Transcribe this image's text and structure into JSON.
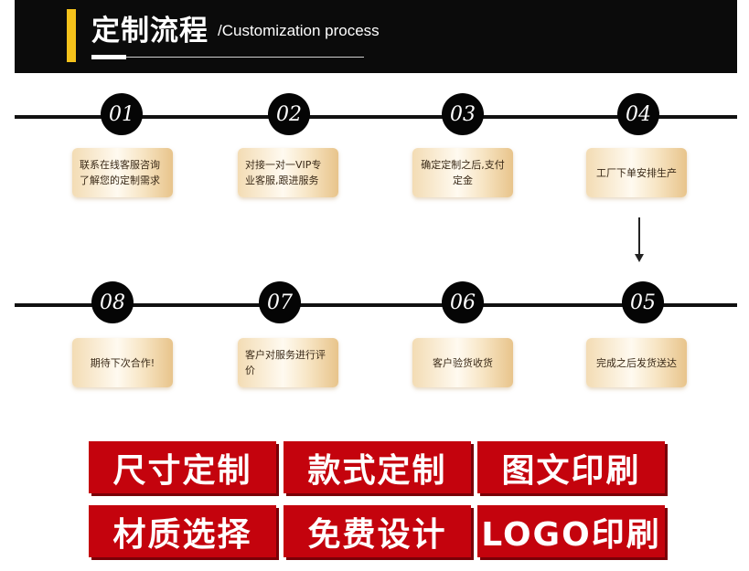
{
  "header": {
    "title": "定制流程",
    "subtitle": "/Customization process"
  },
  "steps": [
    {
      "num": "01",
      "text": "联系在线客服咨询了解您的定制需求"
    },
    {
      "num": "02",
      "text": "对接一对一VIP专业客服,跟进服务"
    },
    {
      "num": "03",
      "text": "确定定制之后,支付定金"
    },
    {
      "num": "04",
      "text": "工厂下单安排生产"
    },
    {
      "num": "05",
      "text": "完成之后发货送达"
    },
    {
      "num": "06",
      "text": "客户验货收货"
    },
    {
      "num": "07",
      "text": "客户对服务进行评价"
    },
    {
      "num": "08",
      "text": "期待下次合作!"
    }
  ],
  "tiles": [
    "尺寸定制",
    "款式定制",
    "图文印刷",
    "材质选择",
    "免费设计",
    "LOGO印刷"
  ],
  "colors": {
    "header_bg": "#0b0b0b",
    "accent_yellow": "#f5c21b",
    "tile_red": "#c4030d",
    "card_gold": "#e8c48b"
  }
}
